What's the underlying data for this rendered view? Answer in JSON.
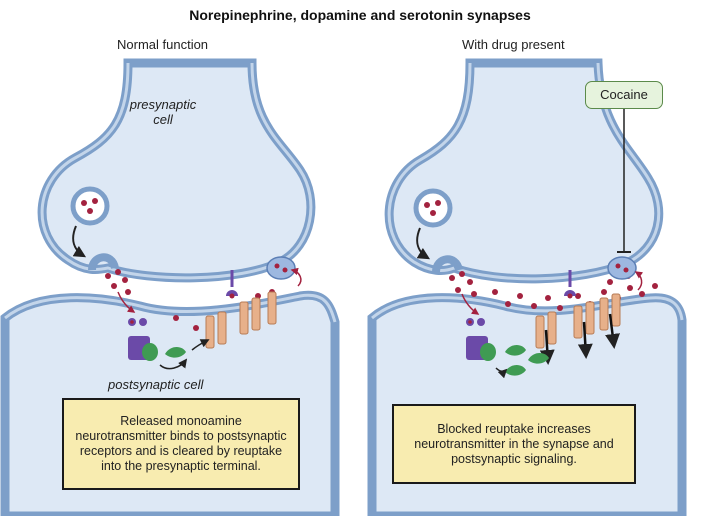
{
  "title": "Norepinephrine, dopamine and serotonin synapses",
  "panels": {
    "left": {
      "heading": "Normal function",
      "presynaptic_label": "presynaptic\ncell",
      "postsynaptic_label": "postsynaptic cell",
      "caption": "Released monoamine neurotransmitter binds to postsynaptic receptors and is cleared by reuptake into the presynaptic terminal."
    },
    "right": {
      "heading": "With drug present",
      "drug_label": "Cocaine",
      "caption": "Blocked reuptake increases neurotransmitter in the synapse and postsynaptic signaling."
    }
  },
  "colors": {
    "membrane": "#7d9fc9",
    "cell_fill": "#dde8f5",
    "neurotransmitter": "#a3223f",
    "receptor": "#e7b08a",
    "caption_fill": "#f8ecb0",
    "drug_box": "#e6f3dd",
    "g_protein": "#3f9b53",
    "enzyme": "#6b4aa8"
  }
}
